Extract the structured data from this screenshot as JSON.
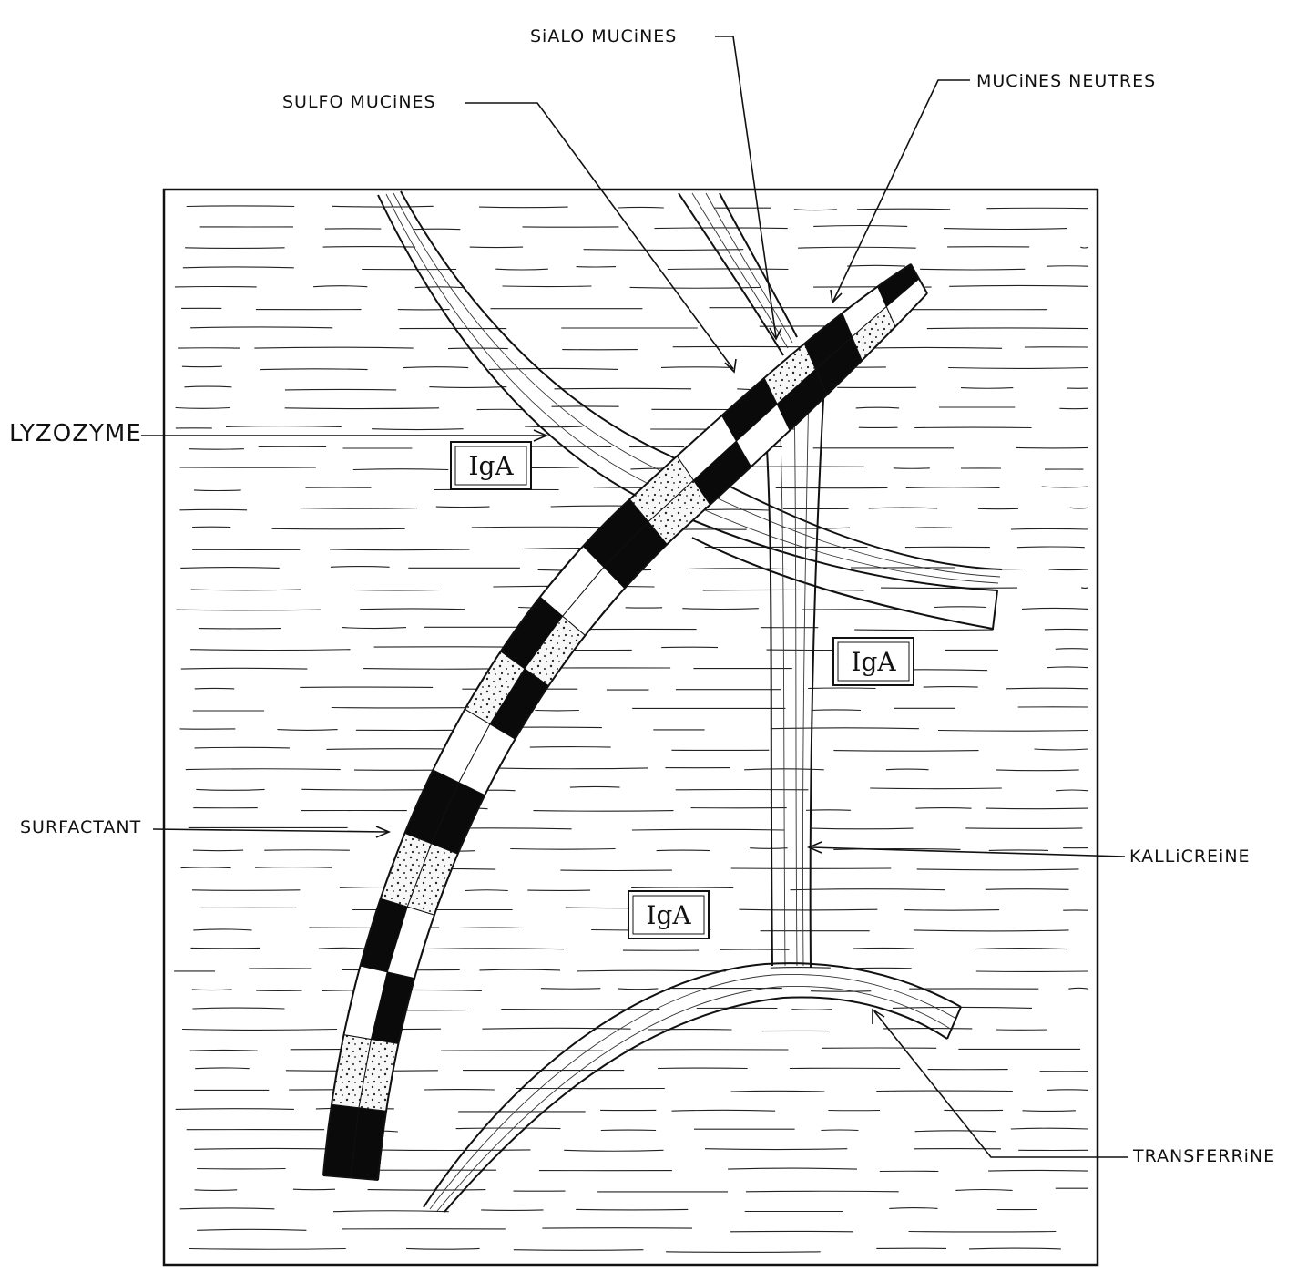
{
  "labels": {
    "sialo_mucines": "SiALO MUCiNES",
    "sulfo_mucines": "SULFO MUCiNES",
    "mucines_neutres": "MUCiNES NEUTRES",
    "lyzozyme": "LYZOZYME",
    "surfactant": "SURFACTANT",
    "kallicreine": "KALLiCREiNE",
    "transferrine": "TRANSFERRiNE"
  },
  "iga_boxes": [
    "IgA",
    "IgA",
    "IgA"
  ],
  "colors": {
    "ink": "#111111",
    "background": "#ffffff",
    "dark_segment": "#0a0a0a",
    "stippled_segment": "#f4f4f4"
  }
}
